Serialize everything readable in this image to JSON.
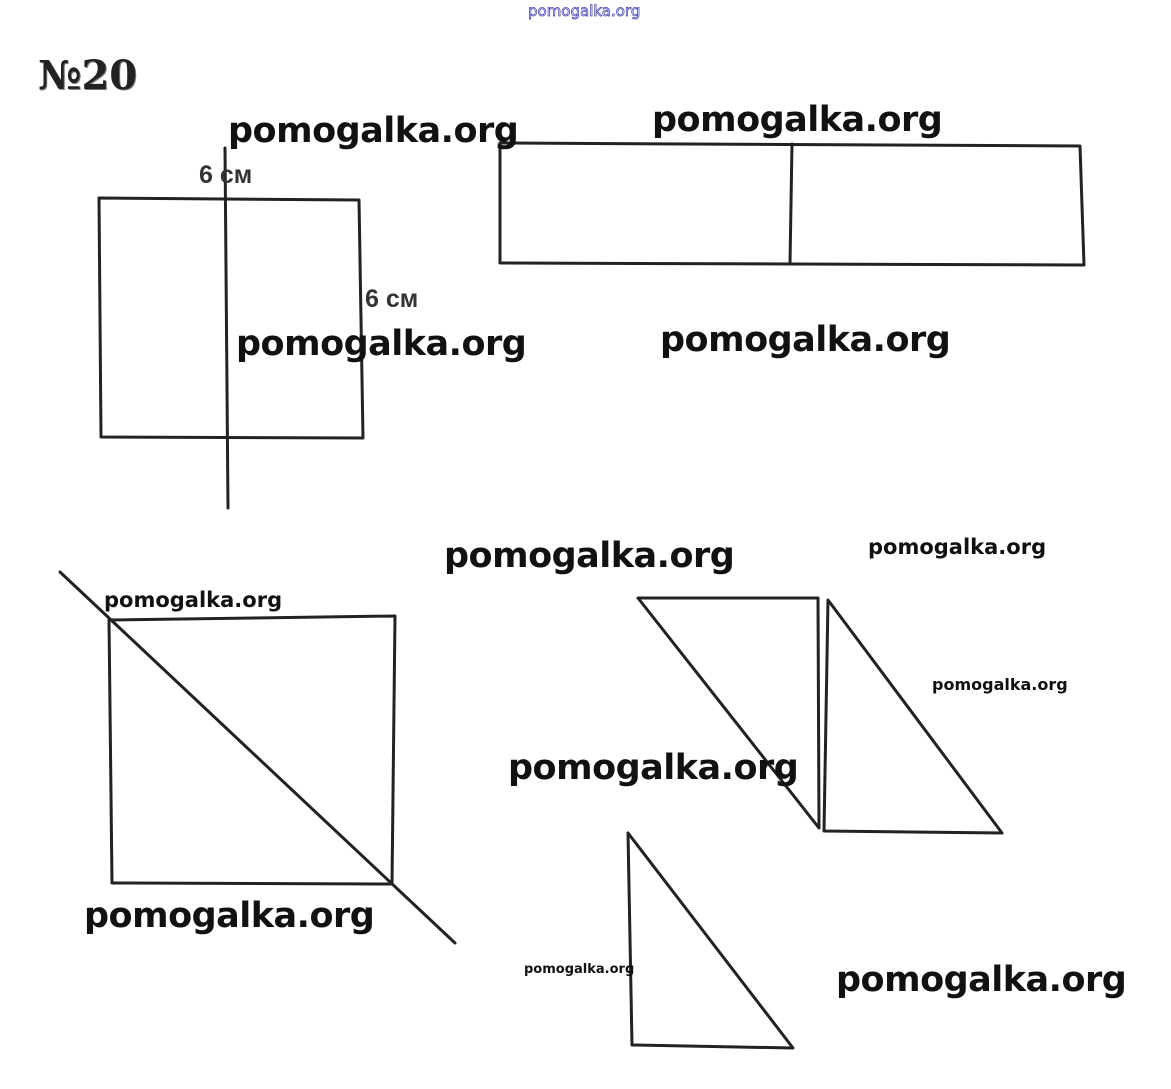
{
  "header": {
    "site_link": "pomogalka.org",
    "task_number": "№20"
  },
  "figure1": {
    "label_top": "6 см",
    "label_side": "6 см"
  },
  "watermarks": {
    "text": "pomogalka.org"
  },
  "colors": {
    "stroke": "#222222",
    "background": "#ffffff",
    "link": "#3a3ab0"
  }
}
